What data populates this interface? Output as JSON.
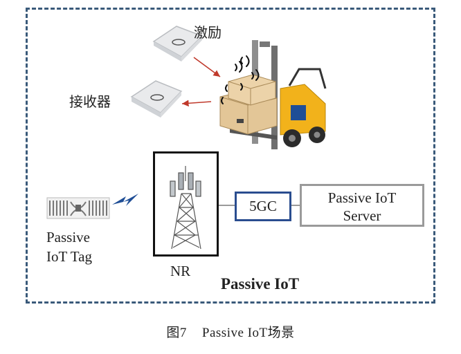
{
  "labels": {
    "excite": "激励",
    "receiver": "接收器",
    "nr": "NR",
    "core": "5GC",
    "server_line1": "Passive IoT",
    "server_line2": "Server",
    "tag_line1": "Passive",
    "tag_line2": "IoT Tag",
    "scene_title": "Passive IoT"
  },
  "caption": {
    "figure_number": "图7",
    "text": "Passive IoT场景"
  },
  "colors": {
    "frame_border": "#3a5a7a",
    "core_border": "#2a4d8f",
    "server_border": "#9a9a9a",
    "arrow": "#c0392b",
    "forklift": "#f2b21b"
  },
  "icons": [
    "reader-device-icon",
    "forklift-icon",
    "cargo-box-icon",
    "cell-tower-icon",
    "rfid-tag-icon",
    "lightning-icon",
    "wireless-signal-icon"
  ]
}
